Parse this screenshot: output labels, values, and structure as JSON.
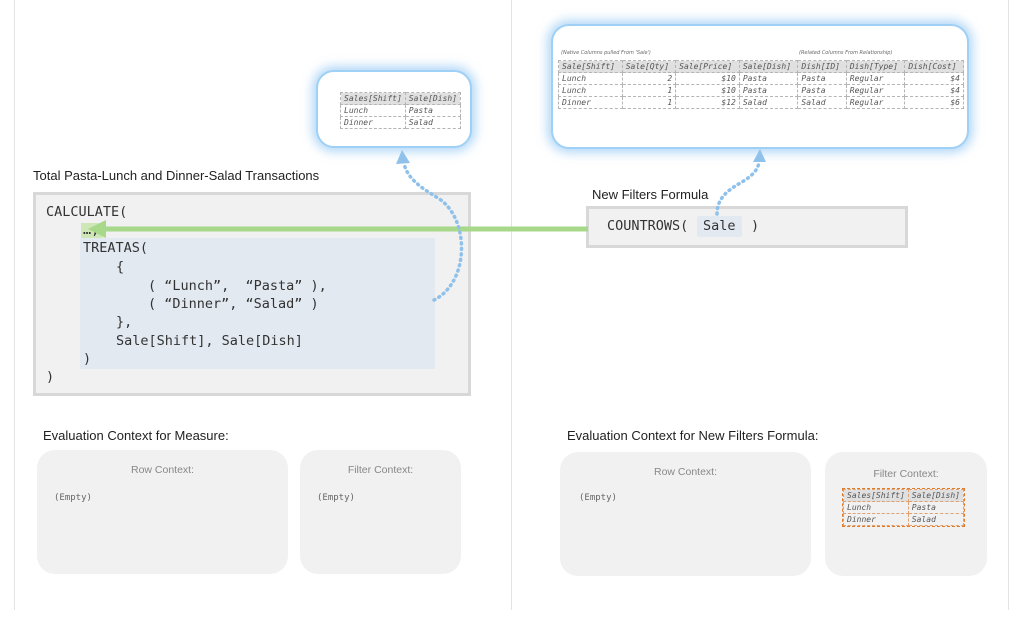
{
  "top_left_table": {
    "headers": [
      "Sales[Shift]",
      "Sale[Dish]"
    ],
    "rows": [
      [
        "Lunch",
        "Pasta"
      ],
      [
        "Dinner",
        "Salad"
      ]
    ]
  },
  "top_right_table": {
    "caption_native": "(Native Columns pulled From 'Sale')",
    "caption_related": "(Related Columns From Relationship)",
    "headers": [
      "Sale[Shift]",
      "Sale[Qty]",
      "Sale[Price]",
      "Sale[Dish]",
      "Dish[ID]",
      "Dish[Type]",
      "Dish[Cost]"
    ],
    "rows": [
      [
        "Lunch",
        "2",
        "$10",
        "Pasta",
        "Pasta",
        "Regular",
        "$4"
      ],
      [
        "Lunch",
        "1",
        "$10",
        "Pasta",
        "Pasta",
        "Regular",
        "$4"
      ],
      [
        "Dinner",
        "1",
        "$12",
        "Salad",
        "Salad",
        "Regular",
        "$6"
      ]
    ]
  },
  "measure": {
    "title": "Total Pasta-Lunch and Dinner-Salad Transactions",
    "lines": [
      "CALCULATE(",
      "…,",
      "TREATAS(",
      "{",
      "( “Lunch”,  “Pasta” ),",
      "( “Dinner”, “Salad” )",
      "},",
      "Sale[Shift], Sale[Dish]",
      ")",
      ")"
    ]
  },
  "new_filters": {
    "title": "New Filters Formula",
    "formula_prefix": "COUNTROWS(",
    "formula_arg": "Sale",
    "formula_suffix": ")"
  },
  "eval_measure": {
    "title": "Evaluation Context for Measure:",
    "row_context_label": "Row Context:",
    "row_context_value": "(Empty)",
    "filter_context_label": "Filter Context:",
    "filter_context_value": "(Empty)"
  },
  "eval_new_filters": {
    "title": "Evaluation Context for New Filters Formula:",
    "row_context_label": "Row Context:",
    "row_context_value": "(Empty)",
    "filter_context_label": "Filter Context:",
    "filter_table": {
      "headers": [
        "Sales[Shift]",
        "Sale[Dish]"
      ],
      "rows": [
        [
          "Lunch",
          "Pasta"
        ],
        [
          "Dinner",
          "Salad"
        ]
      ]
    }
  },
  "colors": {
    "arrow_green": "#a8d88a",
    "dotted_blue": "#8fc1ea",
    "glow_blue": "#9fd0f5",
    "filter_border_orange": "#e07b2a"
  }
}
